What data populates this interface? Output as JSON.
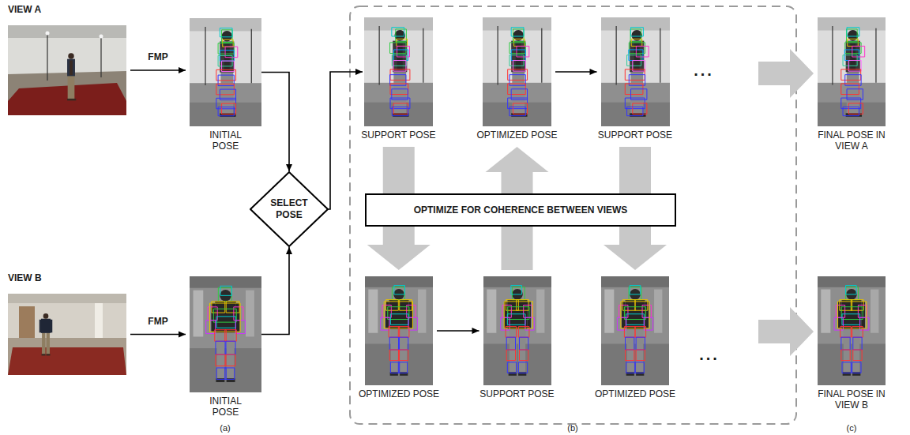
{
  "diagram": {
    "nodes": [
      {
        "text": [
          "VIEW A"
        ]
      },
      {
        "text": [
          "INITIAL POSE"
        ]
      },
      {
        "text": [
          "SELECT POSE"
        ]
      },
      {
        "text": [
          "VIEW B"
        ]
      },
      {
        "text": [
          "INITIAL POSE"
        ]
      },
      {
        "text": [
          "SUPPORT POSE"
        ]
      },
      {
        "text": [
          "OPTIMIZED POSE"
        ]
      },
      {
        "text": [
          "SUPPORT POSE"
        ]
      },
      {
        "text": [
          "OPTIMIZE FOR COHERENCE BETWEEN VIEWS"
        ]
      },
      {
        "text": [
          "OPTIMIZED POSE"
        ]
      },
      {
        "text": [
          "SUPPORT POSE"
        ]
      },
      {
        "text": [
          "OPTIMIZED POSE"
        ]
      },
      {
        "text": [
          "FINAL POSE IN VIEW A"
        ]
      },
      {
        "text": [
          "FINAL POSE IN VIEW B"
        ]
      }
    ],
    "edges": [
      {
        "from": 0,
        "to": 1,
        "label": "FMP",
        "arrow": "to"
      },
      {
        "from": 3,
        "to": 4,
        "label": "FMP",
        "arrow": "to"
      },
      {
        "from": 1,
        "to": 2,
        "arrow": "to"
      },
      {
        "from": 4,
        "to": 2,
        "arrow": "to"
      },
      {
        "from": 2,
        "to": 5,
        "arrow": "to"
      },
      {
        "from": 5,
        "to": 9,
        "arrow": "to"
      },
      {
        "from": 10,
        "to": 6,
        "arrow": "to"
      },
      {
        "from": 6,
        "to": 7,
        "arrow": "to"
      },
      {
        "from": 9,
        "to": 10,
        "arrow": "to"
      },
      {
        "from": 7,
        "to": 11,
        "arrow": "to"
      }
    ],
    "labels": [
      "...",
      "...",
      "(a)",
      "(b)",
      "(c)"
    ]
  }
}
